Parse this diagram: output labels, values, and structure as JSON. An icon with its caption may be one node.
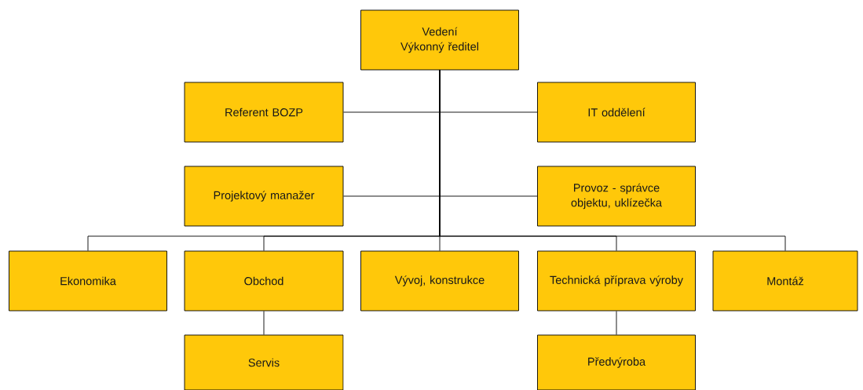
{
  "diagram": {
    "nodes": [
      {
        "text": [
          "Vedení",
          "Výkonný ředitel"
        ]
      },
      {
        "text": [
          "Referent BOZP"
        ]
      },
      {
        "text": [
          "IT oddělení"
        ]
      },
      {
        "text": [
          "Projektový manažer"
        ]
      },
      {
        "text": [
          "Provoz - správce objektu, uklízečka"
        ]
      },
      {
        "text": [
          "Ekonomika"
        ]
      },
      {
        "text": [
          "Obchod"
        ]
      },
      {
        "text": [
          "Vývoj, konstrukce"
        ]
      },
      {
        "text": [
          "Technická příprava výroby"
        ]
      },
      {
        "text": [
          "Montáž"
        ]
      },
      {
        "text": [
          "Servis"
        ]
      },
      {
        "text": [
          "Předvýroba"
        ]
      }
    ],
    "edges": [
      {
        "from": 0,
        "to": 1,
        "arrow": "none"
      },
      {
        "from": 0,
        "to": 2,
        "arrow": "none"
      },
      {
        "from": 0,
        "to": 3,
        "arrow": "none"
      },
      {
        "from": 0,
        "to": 4,
        "arrow": "none"
      },
      {
        "from": 0,
        "to": 5,
        "arrow": "none"
      },
      {
        "from": 0,
        "to": 6,
        "arrow": "none"
      },
      {
        "from": 0,
        "to": 7,
        "arrow": "none"
      },
      {
        "from": 0,
        "to": 8,
        "arrow": "none"
      },
      {
        "from": 0,
        "to": 9,
        "arrow": "none"
      },
      {
        "from": 6,
        "to": 10,
        "arrow": "none"
      },
      {
        "from": 8,
        "to": 11,
        "arrow": "none"
      }
    ]
  }
}
